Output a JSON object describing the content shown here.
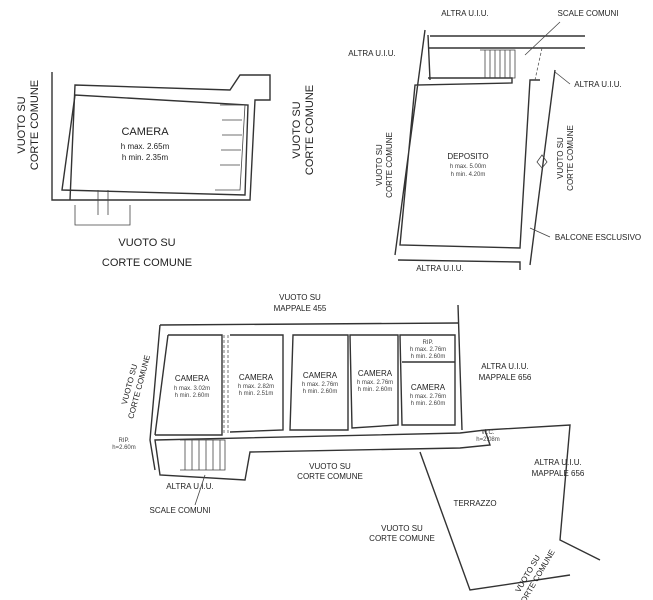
{
  "plan_top_left": {
    "room": {
      "name": "CAMERA",
      "h_max": "h max. 2.65m",
      "h_min": "h min. 2.35m"
    },
    "left": [
      "VUOTO SU",
      "CORTE COMUNE"
    ],
    "right": [
      "VUOTO SU",
      "CORTE COMUNE"
    ],
    "bottom": [
      "VUOTO SU",
      "CORTE COMUNE"
    ]
  },
  "plan_top_right": {
    "top": "ALTRA U.I.U.",
    "stairs": "SCALE COMUNI",
    "left_upper": "ALTRA U.I.U.",
    "right_upper": "ALTRA U.I.U.",
    "left": [
      "VUOTO SU",
      "CORTE COMUNE"
    ],
    "right": [
      "VUOTO SU",
      "CORTE COMUNE"
    ],
    "room": {
      "name": "DEPOSITO",
      "h_max": "h max. 5.00m",
      "h_min": "h min. 4.20m"
    },
    "balcony": "BALCONE ESCLUSIVO",
    "bottom": "ALTRA U.I.U."
  },
  "plan_bottom": {
    "top": [
      "VUOTO SU",
      "MAPPALE 455"
    ],
    "left": [
      "VUOTO SU",
      "CORTE COMUNE"
    ],
    "rooms": [
      {
        "name": "CAMERA",
        "h_max": "h max. 3.02m",
        "h_min": "h min. 2.60m"
      },
      {
        "name": "CAMERA",
        "h_max": "h max. 2.82m",
        "h_min": "h min. 2.51m"
      },
      {
        "name": "CAMERA",
        "h_max": "h max. 2.76m",
        "h_min": "h min. 2.60m"
      },
      {
        "name": "CAMERA",
        "h_max": "h max. 2.76m",
        "h_min": "h min. 2.60m"
      },
      {
        "name": "CAMERA",
        "h_max": "h max. 2.76m",
        "h_min": "h min. 2.60m"
      }
    ],
    "rip_top": {
      "name": "RIP.",
      "h_max": "h max. 2.76m",
      "h_min": "h min. 2.60m"
    },
    "rip_left": {
      "name": "RIP.",
      "h": "h=2.60m"
    },
    "wc": {
      "name": "W.C.",
      "h": "h=2.08m"
    },
    "right_upper": [
      "ALTRA U.I.U.",
      "MAPPALE 656"
    ],
    "right_lower": [
      "ALTRA U.I.U.",
      "MAPPALE 656"
    ],
    "corte": [
      "VUOTO SU",
      "CORTE COMUNE"
    ],
    "altra_bottom": "ALTRA U.I.U.",
    "stairs": "SCALE COMUNI",
    "terrace": "TERRAZZO",
    "corte_lower": [
      "VUOTO SU",
      "CORTE COMUNE"
    ],
    "corte_diag": [
      "VUOTO SU",
      "CORTE COMUNE"
    ]
  }
}
